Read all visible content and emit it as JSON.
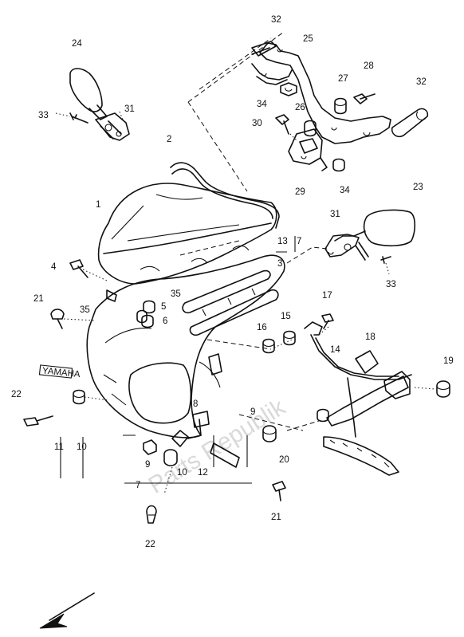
{
  "labels": {
    "l1": "1",
    "l2": "2",
    "l3": "3",
    "l4": "4",
    "l5": "5",
    "l6": "6",
    "l7a": "7",
    "l7b": "7",
    "l8": "8",
    "l9a": "9",
    "l9b": "9",
    "l10a": "10",
    "l10b": "10",
    "l11": "11",
    "l12": "12",
    "l13": "13",
    "l14": "14",
    "l15": "15",
    "l16": "16",
    "l17": "17",
    "l18": "18",
    "l19": "19",
    "l20": "20",
    "l21a": "21",
    "l21b": "21",
    "l22a": "22",
    "l22b": "22",
    "l23": "23",
    "l24": "24",
    "l25": "25",
    "l26": "26",
    "l27": "27",
    "l28": "28",
    "l29": "29",
    "l30": "30",
    "l31a": "31",
    "l31b": "31",
    "l32a": "32",
    "l32b": "32",
    "l33a": "33",
    "l33b": "33",
    "l34a": "34",
    "l34b": "34",
    "l35a": "35",
    "l35b": "35"
  },
  "emblem_text": "YAMAHA",
  "watermark": "Parts Republik",
  "icons": {
    "direction_arrow": "arrow-down-left-icon"
  }
}
